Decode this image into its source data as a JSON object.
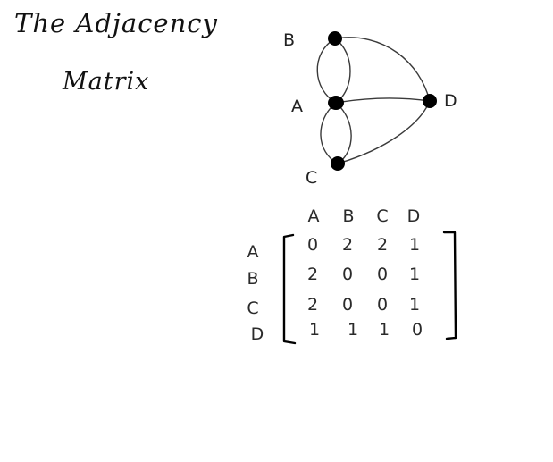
{
  "title": {
    "line1": "The Adjacency",
    "line2": "Matrix"
  },
  "graph": {
    "vertices": [
      "A",
      "B",
      "C",
      "D"
    ],
    "edges": [
      {
        "from": "A",
        "to": "B",
        "count": 2
      },
      {
        "from": "A",
        "to": "C",
        "count": 2
      },
      {
        "from": "A",
        "to": "D",
        "count": 1
      },
      {
        "from": "B",
        "to": "D",
        "count": 1
      },
      {
        "from": "C",
        "to": "D",
        "count": 1
      }
    ]
  },
  "matrix": {
    "column_headers": [
      "A",
      "B",
      "C",
      "D"
    ],
    "row_headers": [
      "A",
      "B",
      "C",
      "D"
    ],
    "rows": [
      [
        "0",
        "2",
        "2",
        "1"
      ],
      [
        "2",
        "0",
        "0",
        "1"
      ],
      [
        "2",
        "0",
        "0",
        "1"
      ],
      [
        "1",
        "1",
        "1",
        "0"
      ]
    ]
  }
}
